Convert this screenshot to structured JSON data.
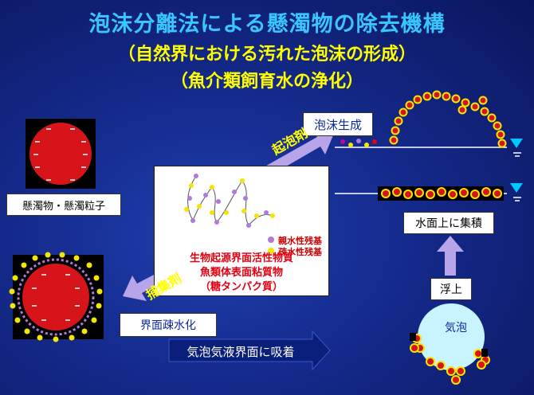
{
  "titles": {
    "main": "泡沫分離法による懸濁物の除去機構",
    "sub1": "（自然界における汚れた泡沫の形成）",
    "sub2": "（魚介類飼育水の浄化）"
  },
  "labels": {
    "suspended": "懸濁物・懸濁粒子",
    "foam_generation": "泡沫生成",
    "surface_accumulation": "水面上に集積",
    "float_up": "浮上",
    "hydrophobic": "界面疎水化",
    "bubble": "気泡",
    "adsorption": "気泡気液界面に吸着",
    "foaming_agent": "起泡剤",
    "collector": "捕集剤"
  },
  "center": {
    "legend_hydrophilic": "親水性残基",
    "legend_hydrophobic": "疎水性残基",
    "line1": "生物起源界面活性物質",
    "line2": "魚類体表面粘質物",
    "line3": "（糖タンパク質）"
  },
  "colors": {
    "title_main": "#39c6ff",
    "title_sub": "#ffff00",
    "particle_red": "#d6141a",
    "hydrophilic": "#b07ad8",
    "hydrophobic": "#f3e600",
    "bubble": "#c8f4ff",
    "arrow_lavender": "#b8a4e8"
  }
}
